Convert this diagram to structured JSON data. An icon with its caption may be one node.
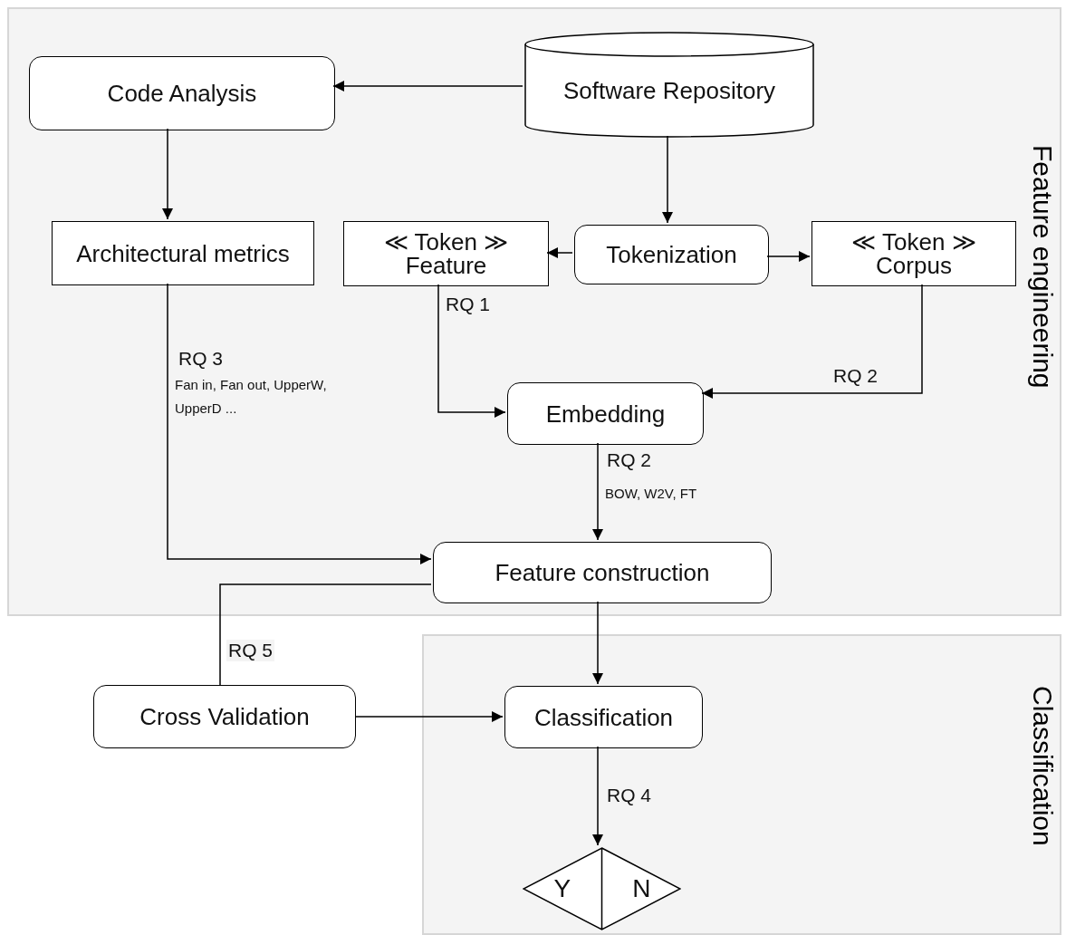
{
  "diagram": {
    "nodes": [
      {
        "text": [
          "Feature engineering"
        ]
      },
      {
        "text": [
          "Software Repository"
        ],
        "in": 0
      },
      {
        "text": [
          "Code Analysis"
        ],
        "in": 0
      },
      {
        "text": [
          "Architectural metrics"
        ],
        "in": 0
      },
      {
        "text": [
          "≪ Token ≫ Feature"
        ],
        "in": 0
      },
      {
        "text": [
          "Tokenization"
        ],
        "in": 0
      },
      {
        "text": [
          "≪ Token ≫ Corpus"
        ],
        "in": 0
      },
      {
        "text": [
          "Embedding"
        ],
        "in": 0
      },
      {
        "text": [
          "Feature construction"
        ],
        "in": 0
      },
      {
        "text": [
          "Classification"
        ]
      },
      {
        "text": [
          "Cross Validation"
        ]
      },
      {
        "text": [
          "Classification"
        ],
        "in": 9
      },
      {
        "text": [
          "Y",
          "N"
        ],
        "in": 9
      }
    ],
    "edges": [
      {
        "from": 1,
        "to": 2,
        "arrow": "to"
      },
      {
        "from": 1,
        "to": 5,
        "arrow": "to"
      },
      {
        "from": 2,
        "to": 3,
        "arrow": "to"
      },
      {
        "from": 5,
        "to": 4,
        "arrow": "to"
      },
      {
        "from": 5,
        "to": 6,
        "arrow": "to"
      },
      {
        "from": 4,
        "to": 7,
        "arrow": "to",
        "label": "RQ 1"
      },
      {
        "from": 6,
        "to": 7,
        "arrow": "to",
        "label": "RQ 2"
      },
      {
        "from": 3,
        "to": 8,
        "arrow": "to",
        "label": "RQ 3"
      },
      {
        "from": 7,
        "to": 8,
        "arrow": "to",
        "label": "RQ 2"
      },
      {
        "from": 8,
        "to": 11,
        "arrow": "to"
      },
      {
        "from": 10,
        "to": 8,
        "arrow": "none",
        "label": "RQ 5"
      },
      {
        "from": 10,
        "to": 11,
        "arrow": "to"
      },
      {
        "from": 11,
        "to": 12,
        "arrow": "to",
        "label": "RQ 4"
      }
    ],
    "labels": [
      "Fan in, Fan out, UpperW, UpperD ...",
      "BOW, W2V, FT"
    ]
  }
}
